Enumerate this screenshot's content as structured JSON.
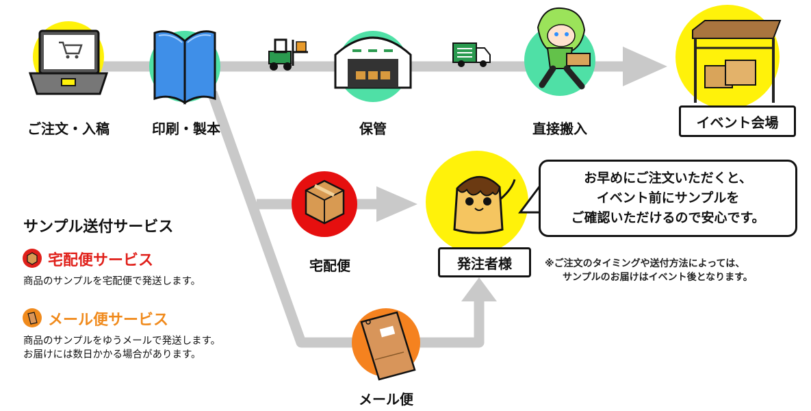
{
  "flow": {
    "order_label": "ご注文・入稿",
    "print_label": "印刷・製本",
    "storage_label": "保管",
    "delivery_label": "直接搬入",
    "venue_label": "イベント会場",
    "takuhaibin_label": "宅配便",
    "mailbin_label": "メール便",
    "customer_label": "発注者様"
  },
  "bubble": {
    "line1": "お早めにご注文いただくと、",
    "line2": "イベント前にサンプルを",
    "line3": "ご確認いただけるので安心です。"
  },
  "note": {
    "line1": "※ご注文のタイミングや送付方法によっては、",
    "line2": "サンプルのお届けはイベント後となります。"
  },
  "services": {
    "title": "サンプル送付サービス",
    "takuhaibin": {
      "name": "宅配便サービス",
      "desc": "商品のサンプルを宅配便で発送します。",
      "color": "#e0201a"
    },
    "mailbin": {
      "name": "メール便サービス",
      "desc1": "商品のサンプルをゆうメールで発送します。",
      "desc2": "お届けには数日かかる場合があります。",
      "color": "#f08a1c"
    }
  },
  "colors": {
    "yellow": "#fff20a",
    "mint": "#4fe0a6",
    "red": "#e60f0f",
    "orange": "#f5821f",
    "line": "#c9c9c9"
  }
}
